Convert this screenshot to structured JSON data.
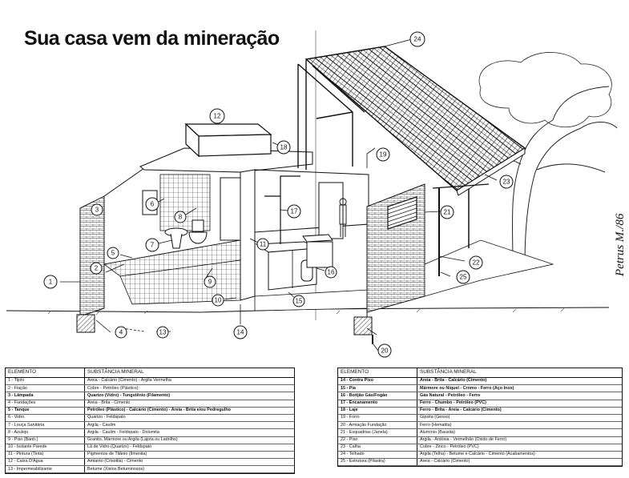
{
  "title": "Sua casa vem da mineração",
  "signature": "Petrus M./86",
  "callouts": [
    "1",
    "2",
    "3",
    "4",
    "5",
    "6",
    "7",
    "8",
    "9",
    "10",
    "11",
    "12",
    "13",
    "14",
    "15",
    "16",
    "17",
    "18",
    "19",
    "20",
    "21",
    "22",
    "23",
    "24",
    "25"
  ],
  "table": {
    "header": {
      "element": "ELEMENTO",
      "substance": "SUBSTÂNCIA MINERAL"
    },
    "left": [
      {
        "element": "1 - Tijolo",
        "substance": "Areia - Calcário (Cimento) - Argila Vermelha"
      },
      {
        "element": "2 - Fiação",
        "substance": "Cobre - Petróleo (Plástico)"
      },
      {
        "element": "3 - Lâmpada",
        "substance": "Quartzo (Vidro) - Tungstênio (Filamento)"
      },
      {
        "element": "4 - Fundações",
        "substance": "Areia - Brita - Cimento"
      },
      {
        "element": "5 - Tanque",
        "substance": "Petróleo (Plástico) - Calcário (Cimento) - Areia - Brita e/ou Pedregulho"
      },
      {
        "element": "6 - Vidro",
        "substance": "Quartzo - Feldspato"
      },
      {
        "element": "7 - Louça Sanitária",
        "substance": "Argila - Caulim"
      },
      {
        "element": "8 - Azulejo",
        "substance": "Argila - Caulim - Feldspato - Dolomita"
      },
      {
        "element": "9 - Piso (Banh.)",
        "substance": "Granito, Mármore ou Argila (Lajota ou Ladrilho)"
      },
      {
        "element": "10 - Isolante Parede",
        "substance": "Lã de Vidro (Quartzo) - Feldspato"
      },
      {
        "element": "11 - Pintura (Tinta)",
        "substance": "Pigmentos de Titânio (Ilmenita)"
      },
      {
        "element": "12 - Caixa D'Água",
        "substance": "Amianto (Crisotila) - Cimento"
      },
      {
        "element": "13 - Impermeabilizante",
        "substance": "Betume (Xistos Betuminosos)"
      }
    ],
    "right": [
      {
        "element": "14 - Contra Piso",
        "substance": "Areia - Brita - Calcário (Cimento)"
      },
      {
        "element": "15 - Pia",
        "substance": "Mármore ou Níquel - Cromo - Ferro (Aço Inox)"
      },
      {
        "element": "16 - Botijão Gás/Fogão",
        "substance": "Gás Natural - Petróleo - Ferro"
      },
      {
        "element": "17 - Encanamento",
        "substance": "Ferro - Chumbo - Petróleo (PVC)"
      },
      {
        "element": "18 - Laje",
        "substance": "Ferro - Brita - Areia - Calcário (Cimento)"
      },
      {
        "element": "19 - Forro",
        "substance": "Gipsita (Gesso)"
      },
      {
        "element": "20 - Armação Fundação",
        "substance": "Ferro (Hematita)"
      },
      {
        "element": "21 - Esquadrias (Janela)",
        "substance": "Alumínio (Bauxita)"
      },
      {
        "element": "22 - Piso",
        "substance": "Argila - Ardósia - Vermelhão (Óxido de Ferro)"
      },
      {
        "element": "23 - Calha",
        "substance": "Cobre - Zinco - Petróleo (PVC)"
      },
      {
        "element": "24 - Telhado",
        "substance": "Argila (Telha) - Betume e Calcário - Cimento (Acabamentos)"
      },
      {
        "element": "25 - Estrutura (Pilastra)",
        "substance": "Areia - Calcário (Cimento)"
      }
    ]
  }
}
